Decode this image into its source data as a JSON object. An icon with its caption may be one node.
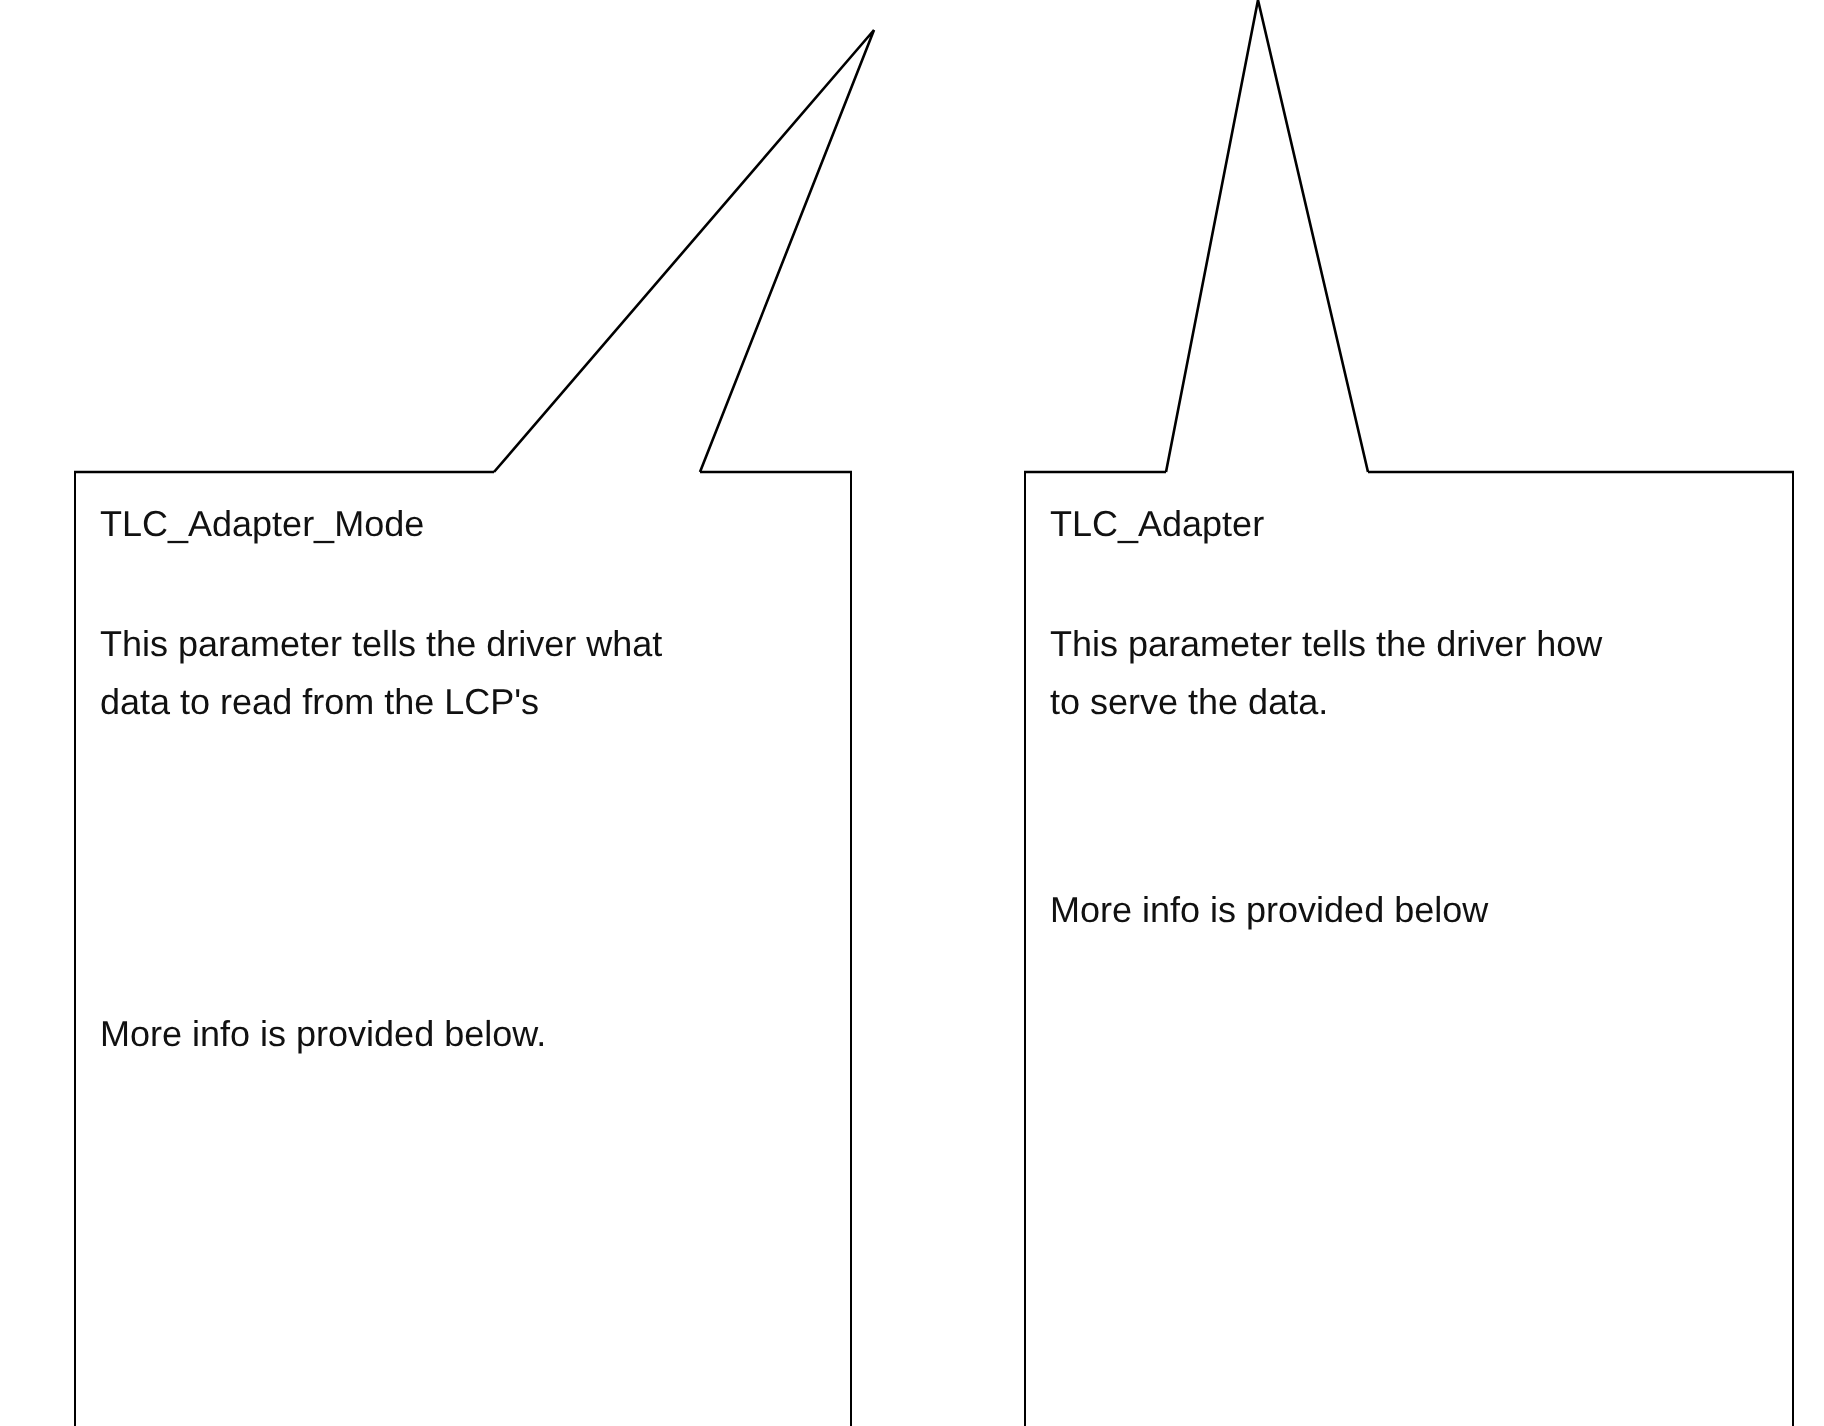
{
  "diagram": {
    "nodes": [
      {
        "text": [
          "TLC_Adapter_Mode",
          "This parameter tells the driver what data to read from the LCP's",
          "More info is provided below."
        ]
      },
      {
        "text": [
          "TLC_Adapter",
          "This parameter tells the driver how to serve the data.",
          "More info is provided below"
        ]
      }
    ],
    "edges": [
      {
        "from": 0,
        "to": null,
        "arrow": "none"
      },
      {
        "from": 1,
        "to": null,
        "arrow": "none"
      }
    ]
  }
}
